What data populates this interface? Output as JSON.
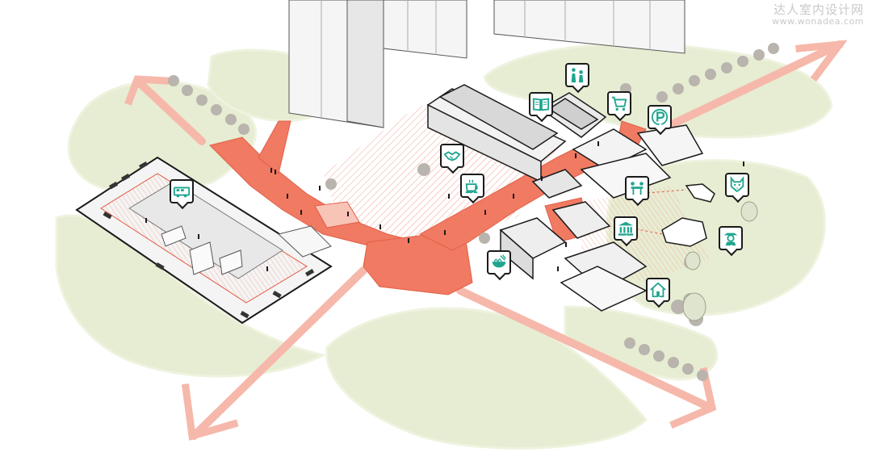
{
  "watermark": {
    "brand": "达人室内设计网",
    "url": "www.wonadea.com"
  },
  "colors": {
    "path": "#f07a62",
    "path_light": "#f6b8aa",
    "green": "#e6edd2",
    "building": "#f2f2f2",
    "outline": "#1a1a1a",
    "icon": "#1fa58f"
  },
  "icons": [
    {
      "id": "rv-camper",
      "name": "rv-camper-icon"
    },
    {
      "id": "book",
      "name": "book-icon"
    },
    {
      "id": "people",
      "name": "people-icon"
    },
    {
      "id": "cart",
      "name": "shopping-cart-icon"
    },
    {
      "id": "parking",
      "name": "parking-icon"
    },
    {
      "id": "handshake",
      "name": "handshake-icon"
    },
    {
      "id": "coffee",
      "name": "coffee-cup-icon"
    },
    {
      "id": "meeting",
      "name": "meeting-table-icon"
    },
    {
      "id": "dog",
      "name": "dog-icon"
    },
    {
      "id": "museum",
      "name": "museum-icon"
    },
    {
      "id": "farmer",
      "name": "farmer-icon"
    },
    {
      "id": "noodle",
      "name": "noodle-bowl-icon"
    },
    {
      "id": "house",
      "name": "house-icon"
    }
  ]
}
